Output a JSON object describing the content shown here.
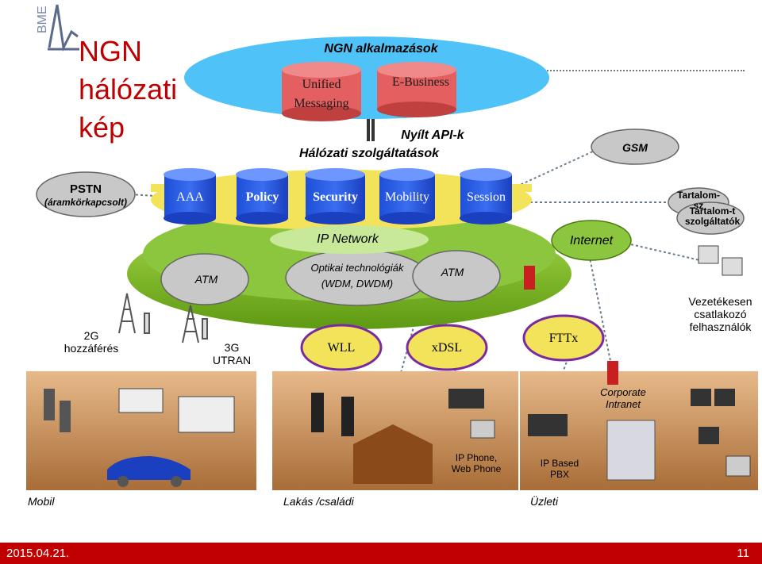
{
  "slide": {
    "title_lines": [
      "NGN",
      "hálózati",
      "kép"
    ],
    "logo_text": "BME",
    "date": "2015.04.21.",
    "page_number": "11"
  },
  "top": {
    "apps_title": "NGN alkalmazások",
    "apps": [
      "Unified Messaging",
      "E-Business"
    ],
    "open_api": "Nyílt API-k",
    "net_services": "Hálózati szolgáltatások"
  },
  "services": [
    "AAA",
    "Policy",
    "Security",
    "Mobility",
    "Session"
  ],
  "clouds": {
    "gsm": "GSM",
    "pstn": "PSTN",
    "pstn_sub": "(áramkörkapcsolt)",
    "internet": "Internet",
    "content_back": "Tartalom-\nsz",
    "content_front": "Tartalom-t\nszolgáltatók",
    "atm_left": "ATM",
    "atm_right": "ATM",
    "optical": "Optikai technológiák",
    "optical_sub": "(WDM, DWDM)",
    "ip_network": "IP Network",
    "wll": "WLL",
    "xdsl": "xDSL",
    "fttx": "FTTx",
    "corporate": "Corporate\nIntranet"
  },
  "labels": {
    "access_2g": "2G\nhozzáférés",
    "utran_3g": "3G\nUTRAN",
    "wired_users": "Vezetékesen\ncsatlakozó\nfelhasználók",
    "ip_phone": "IP Phone,\nWeb Phone",
    "ip_pbx": "IP Based\nPBX"
  },
  "segments": [
    "Mobil",
    "Lakás /családi",
    "Üzleti"
  ],
  "colors": {
    "accent": "#c00000",
    "cloud_gray": "#c8c8c8",
    "green_base": "#6fa818",
    "blue_top": "#4fc3f7",
    "orange_panel": "#c08a55"
  }
}
